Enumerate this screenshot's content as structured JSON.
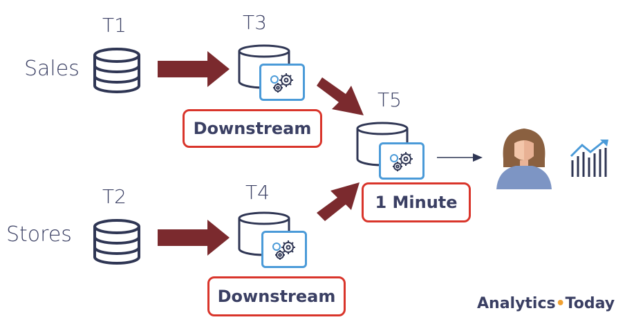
{
  "sources": [
    {
      "label": "Sales",
      "table": "T1"
    },
    {
      "label": "Stores",
      "table": "T2"
    }
  ],
  "tasks": [
    {
      "table": "T3",
      "schedule": "Downstream"
    },
    {
      "table": "T4",
      "schedule": "Downstream"
    },
    {
      "table": "T5",
      "schedule": "1 Minute"
    }
  ],
  "logo": {
    "part1": "Analytics",
    "part2": "Today"
  },
  "colors": {
    "arrow": "#7b2a2e",
    "outline": "#2f3654",
    "box_border": "#d9352b",
    "gear_border": "#4a9ad8"
  }
}
